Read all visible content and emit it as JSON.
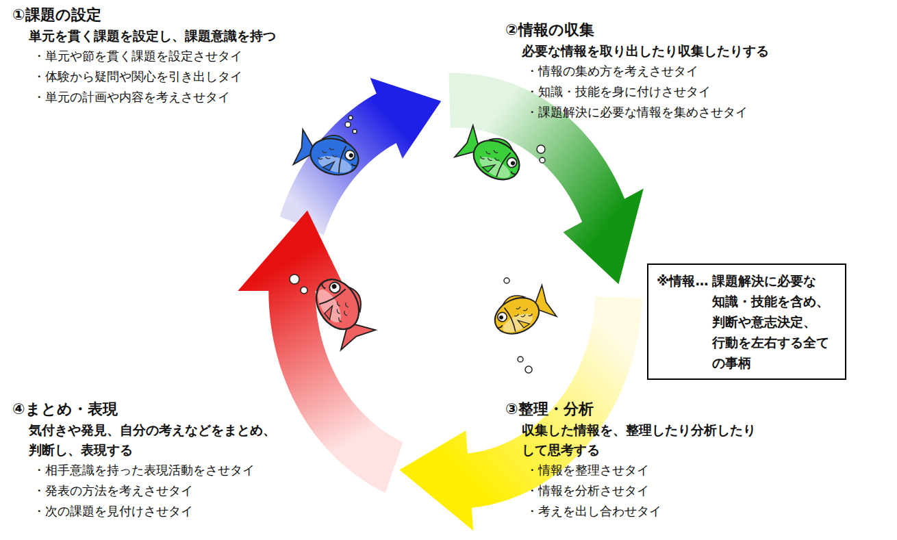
{
  "diagram": {
    "nodes": [
      {
        "text": [
          "①課題の設定",
          "単元を貫く課題を設定し、課題意識を持つ",
          "・単元や節を貫く課題を設定させタイ",
          "・体験から疑問や関心を引き出しタイ",
          "・単元の計画や内容を考えさせタイ"
        ]
      },
      {
        "text": [
          "②情報の収集",
          "必要な情報を取り出したり収集したりする",
          "・情報の集め方を考えさせタイ",
          "・知識・技能を身に付けさせタイ",
          "・課題解決に必要な情報を集めさせタイ"
        ]
      },
      {
        "text": [
          "③整理・分析",
          "収集した情報を、整理したり分析したり して思考する",
          "・情報を整理させタイ",
          "・情報を分析させタイ",
          "・考えを出し合わせタイ"
        ]
      },
      {
        "text": [
          "④まとめ・表現",
          "気付きや発見、自分の考えなどをまとめ、 判断し、表現する",
          "・相手意識を持った表現活動をさせタイ",
          "・発表の方法を考えさせタイ",
          "・次の課題を見付けさせタイ"
        ]
      },
      {
        "text": [
          "※情報…",
          "課題解決に必要な 知識・技能を含め、 判断や意志決定、 行動を左右する全て の事柄"
        ]
      }
    ],
    "edges": [
      {
        "from": 0,
        "to": 1,
        "arrow": "to"
      },
      {
        "from": 1,
        "to": 2,
        "arrow": "to"
      },
      {
        "from": 2,
        "to": 3,
        "arrow": "to"
      },
      {
        "from": 3,
        "to": 0,
        "arrow": "to"
      }
    ]
  }
}
